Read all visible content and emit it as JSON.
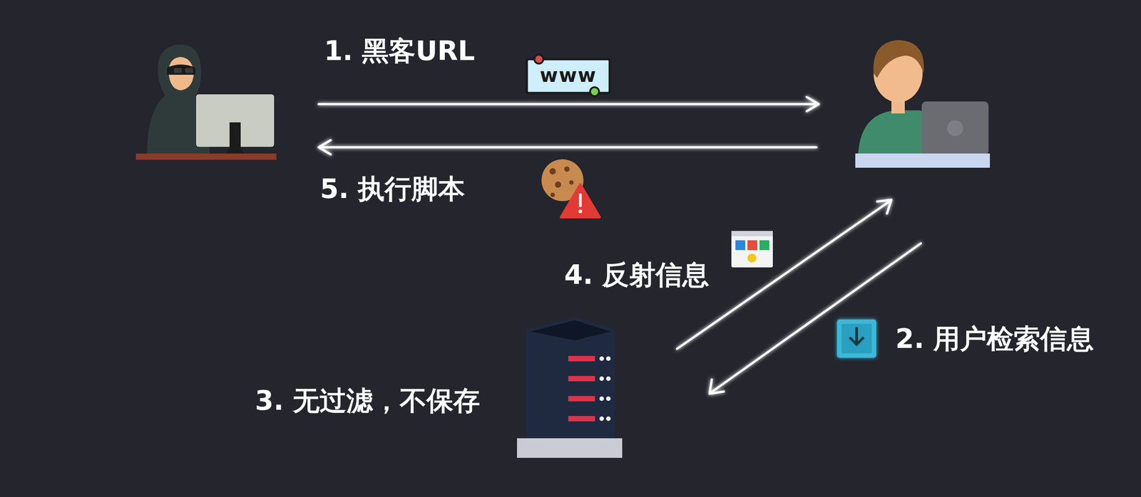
{
  "diagram": {
    "labels": [
      "1. 黑客URL",
      "www",
      "5. 执行脚本",
      "4. 反射信息",
      "2. 用户检索信息",
      "3. 无过滤，不保存"
    ]
  }
}
